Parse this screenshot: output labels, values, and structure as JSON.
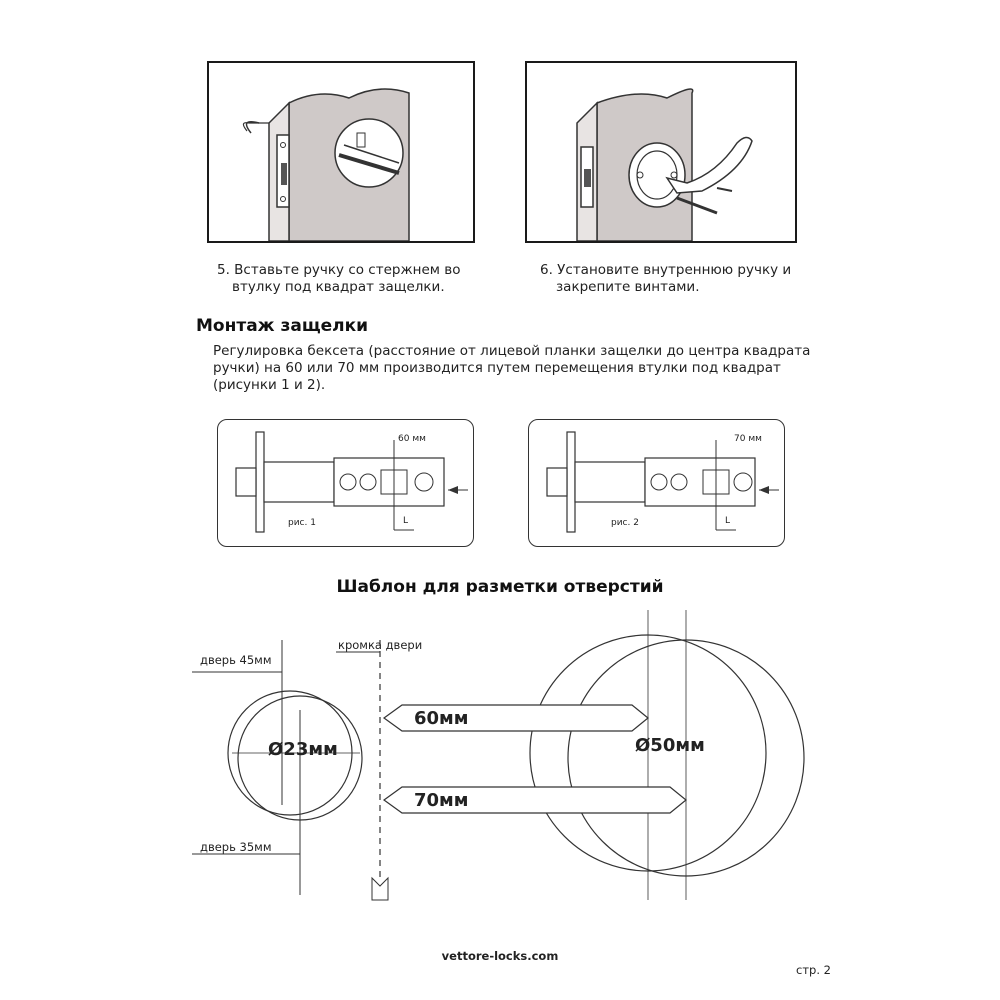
{
  "steps": [
    {
      "line1": "5. Вставьте ручку со стержнем во",
      "line2": "втулку под квадрат защелки."
    },
    {
      "line1": "6. Установите внутреннюю ручку и",
      "line2": "закрепите винтами."
    }
  ],
  "latch_section": {
    "title": "Монтаж защелки",
    "paragraph": [
      "Регулировка бексета (расстояние от лицевой планки защелки до центра квадрата",
      "ручки) на 60 или 70 мм производится путем перемещения втулки под квадрат",
      "(рисунки 1 и 2)."
    ]
  },
  "figures": [
    {
      "dim_label": "60 мм",
      "caption": "рис. 1",
      "dim_letter": "L"
    },
    {
      "dim_label": "70 мм",
      "caption": "рис. 2",
      "dim_letter": "L"
    }
  ],
  "template": {
    "title": "Шаблон для разметки отверстий",
    "door_45": "дверь 45мм",
    "door_35": "дверь 35мм",
    "door_edge": "кромка двери",
    "dia_small": "Ø23мм",
    "dia_large": "Ø50мм",
    "backset_60": "60мм",
    "backset_70": "70мм"
  },
  "footer": {
    "site": "vettore-locks.com",
    "page": "стр. 2"
  }
}
